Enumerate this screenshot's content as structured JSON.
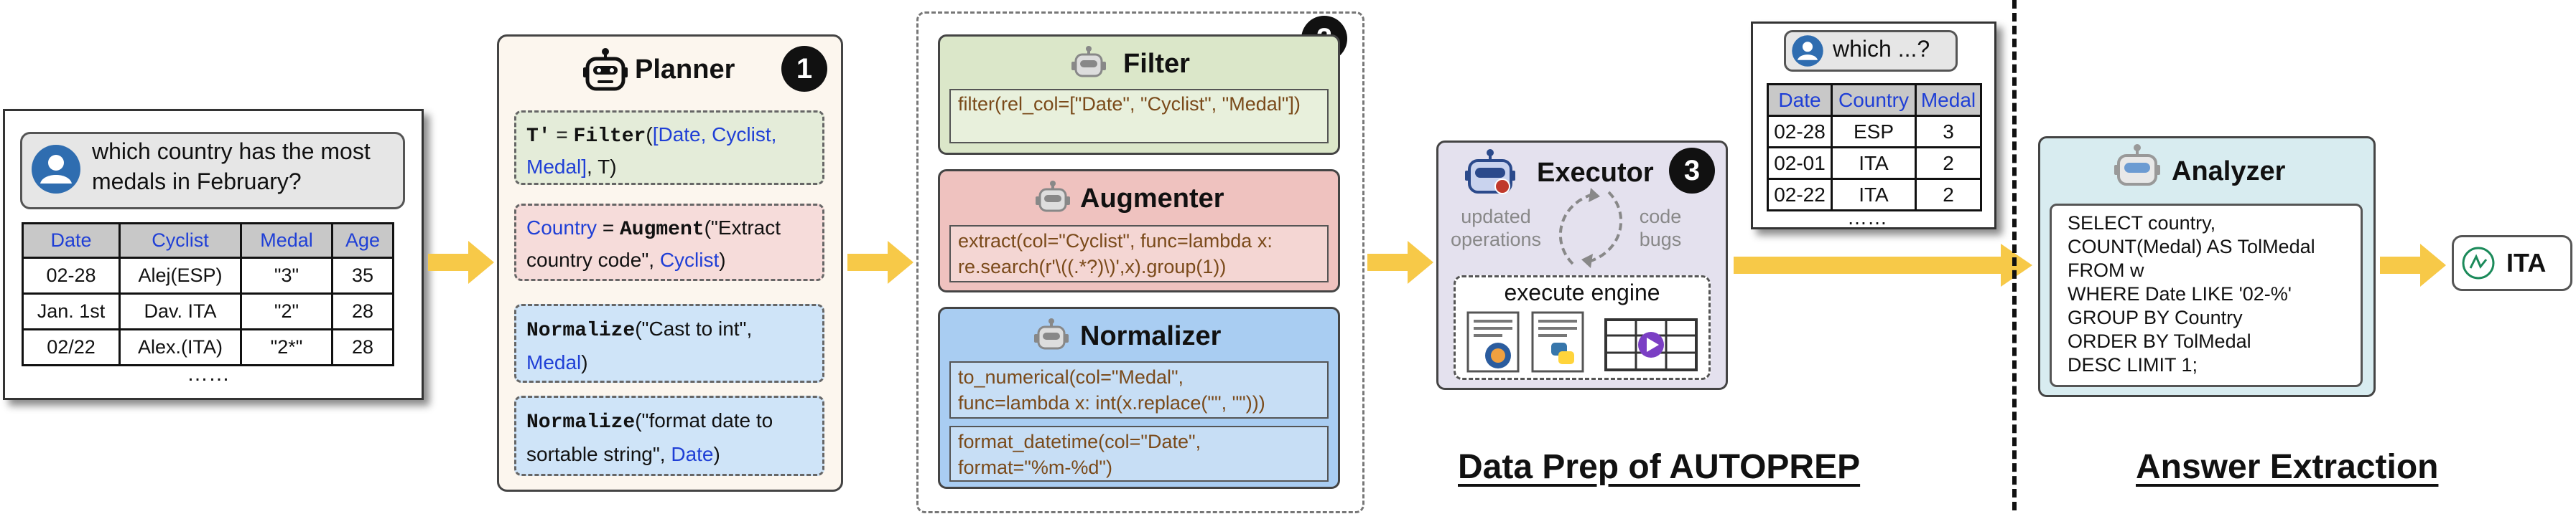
{
  "input": {
    "question": "which country has the most medals in February?",
    "table": {
      "headers": [
        "Date",
        "Cyclist",
        "Medal",
        "Age"
      ],
      "rows": [
        [
          "02-28",
          "Alej(ESP)",
          "\"3\"",
          "35"
        ],
        [
          "Jan. 1st",
          "Dav. ITA",
          "\"2\"",
          "28"
        ],
        [
          "02/22",
          "Alex.(ITA)",
          "\"2*\"",
          "28"
        ]
      ],
      "ellipsis": "……"
    }
  },
  "planner": {
    "title": "Planner",
    "step": "1",
    "ops": {
      "filter": {
        "lhs": "T'",
        "eq": " = ",
        "fn": "Filter",
        "open": "(",
        "args": "[Date, Cyclist, Medal]",
        "rest": ", T)"
      },
      "augment": {
        "col": "Country",
        "eq": " = ",
        "fn": "Augment",
        "text1": "(\"Extract country code\", ",
        "arg": "Cyclist",
        "close": ")"
      },
      "normalize1": {
        "fn": "Normalize",
        "text1": "(\"Cast to int\", ",
        "arg": "Medal",
        "close": ")"
      },
      "normalize2": {
        "fn": "Normalize",
        "text1": "(\"format date to sortable string\", ",
        "arg": "Date",
        "close": ")"
      }
    }
  },
  "agents": {
    "step": "2",
    "filter": {
      "title": "Filter",
      "code": "filter(rel_col=[\"Date\", \"Cyclist\", \"Medal\"])"
    },
    "augmenter": {
      "title": "Augmenter",
      "code1": "extract(col=\"Cyclist\", func=lambda x:",
      "code2": "re.search(r'\\((.*?)\\)',x).group(1))"
    },
    "normalizer": {
      "title": "Normalizer",
      "code1a": "to_numerical(col=\"Medal\",",
      "code1b": "func=lambda x: int(x.replace(\"\", \"\")))",
      "code2a": "format_datetime(col=\"Date\",",
      "code2b": "format=\"%m-%d\")"
    }
  },
  "executor": {
    "title": "Executor",
    "step": "3",
    "left_label": "updated operations",
    "right_label": "code bugs",
    "engine": "execute engine"
  },
  "result": {
    "question": "which ...?",
    "headers": [
      "Date",
      "Country",
      "Medal"
    ],
    "rows": [
      [
        "02-28",
        "ESP",
        "3"
      ],
      [
        "02-01",
        "ITA",
        "2"
      ],
      [
        "02-22",
        "ITA",
        "2"
      ]
    ],
    "ellipsis": "……"
  },
  "analyzer": {
    "title": "Analyzer",
    "sql": [
      "SELECT country,",
      "COUNT(Medal) AS TolMedal",
      "FROM w",
      "WHERE Date LIKE '02-%'",
      "GROUP BY Country",
      "ORDER BY TolMedal",
      "DESC LIMIT 1;"
    ]
  },
  "answer": "ITA",
  "captions": {
    "dataprep": "Data Prep of AUTOPREP",
    "answer_extraction": "Answer Extraction"
  },
  "colors": {
    "arrow": "#f7c948",
    "planner_bg": "#fcf6ee",
    "filter_bg": "#dbe7c9",
    "augmenter_bg": "#efc2bf",
    "normalizer_bg": "#a9cdf2",
    "executor_bg": "#e4e1ee",
    "analyzer_bg": "#d8ecf0"
  }
}
